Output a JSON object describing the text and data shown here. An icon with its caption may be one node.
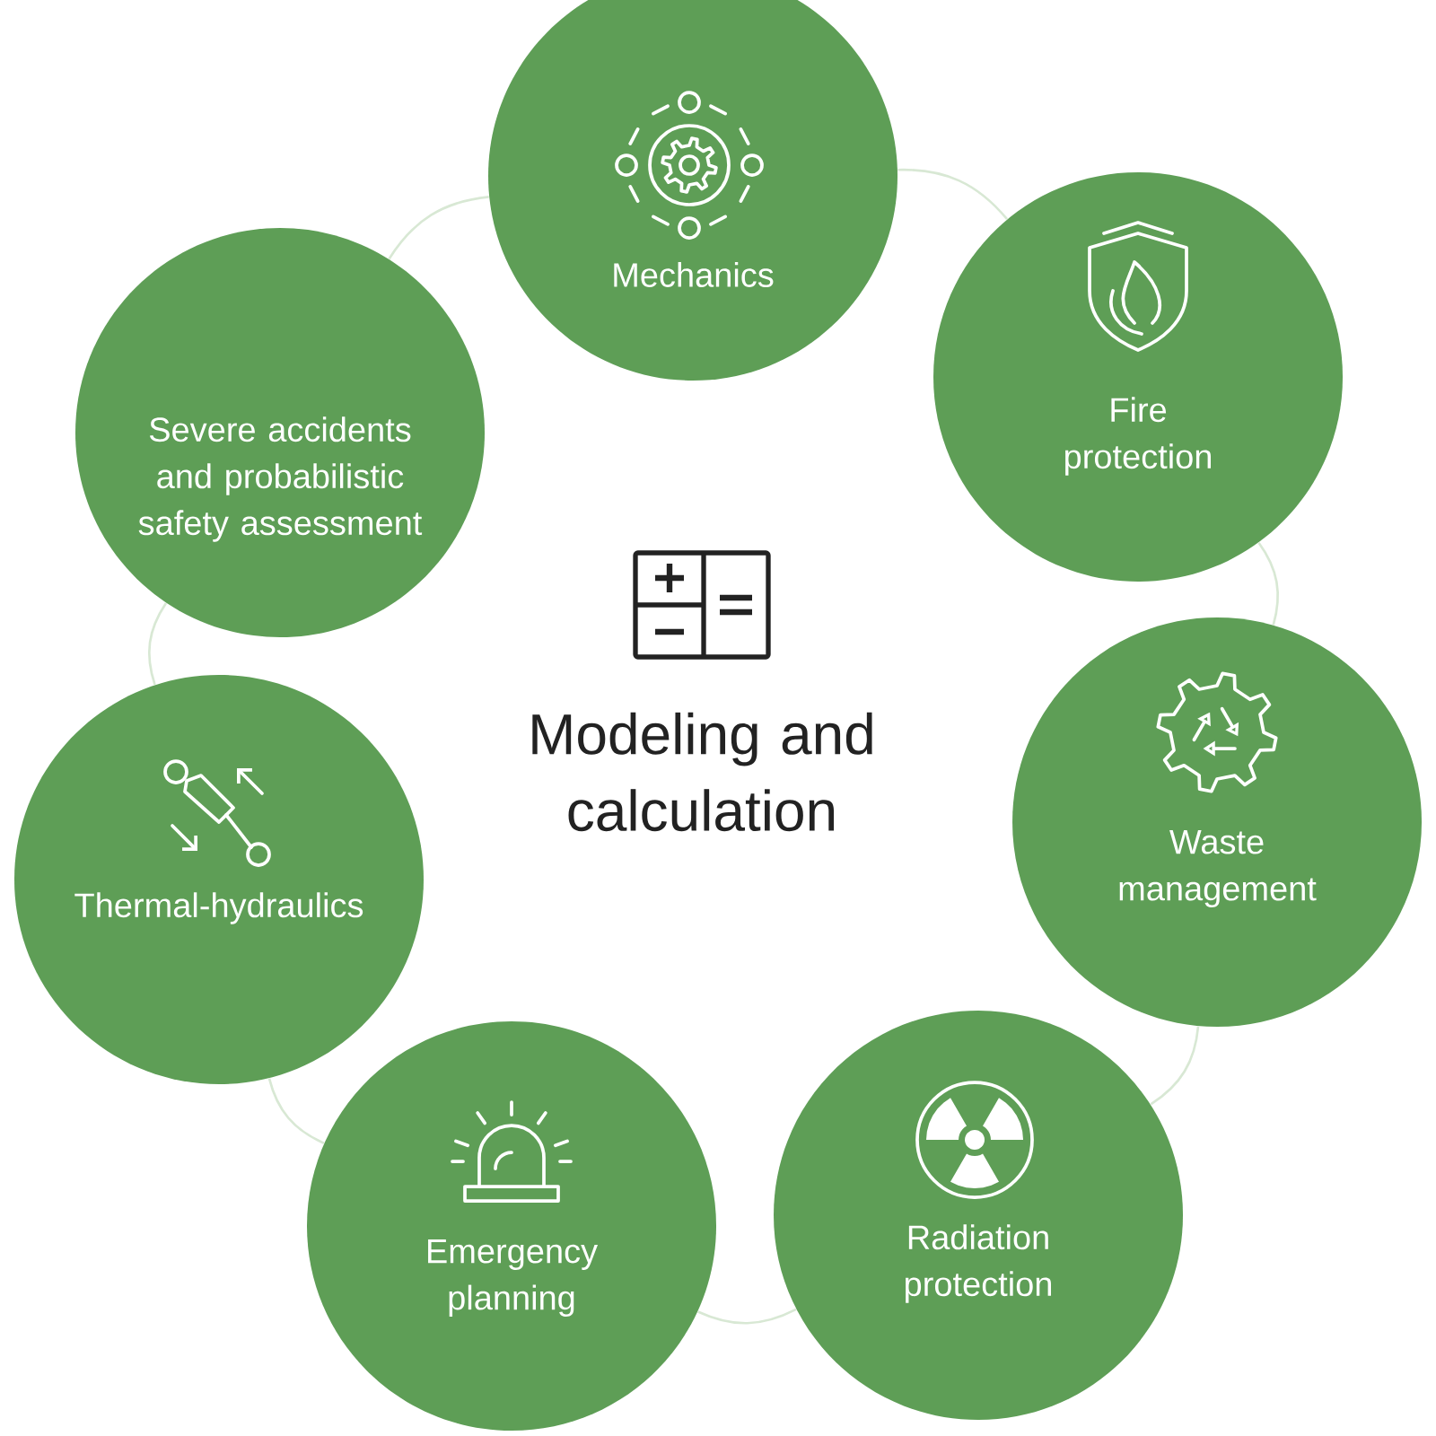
{
  "diagram": {
    "title": "Modeling and calculation",
    "nodes": [
      {
        "text": [
          "Mechanics"
        ]
      },
      {
        "text": [
          "Fire protection"
        ]
      },
      {
        "text": [
          "Waste management"
        ]
      },
      {
        "text": [
          "Radiation protection"
        ]
      },
      {
        "text": [
          "Emergency planning"
        ]
      },
      {
        "text": [
          "Thermal-hydraulics"
        ]
      },
      {
        "text": [
          "Severe accidents and probabilistic safety assessment"
        ]
      }
    ],
    "edges": [
      {
        "from": 0,
        "to": 1,
        "arrow": "none"
      },
      {
        "from": 1,
        "to": 2,
        "arrow": "none"
      },
      {
        "from": 2,
        "to": 3,
        "arrow": "none"
      },
      {
        "from": 3,
        "to": 4,
        "arrow": "none"
      },
      {
        "from": 4,
        "to": 5,
        "arrow": "none"
      },
      {
        "from": 5,
        "to": 6,
        "arrow": "none"
      },
      {
        "from": 6,
        "to": 0,
        "arrow": "none"
      }
    ]
  }
}
